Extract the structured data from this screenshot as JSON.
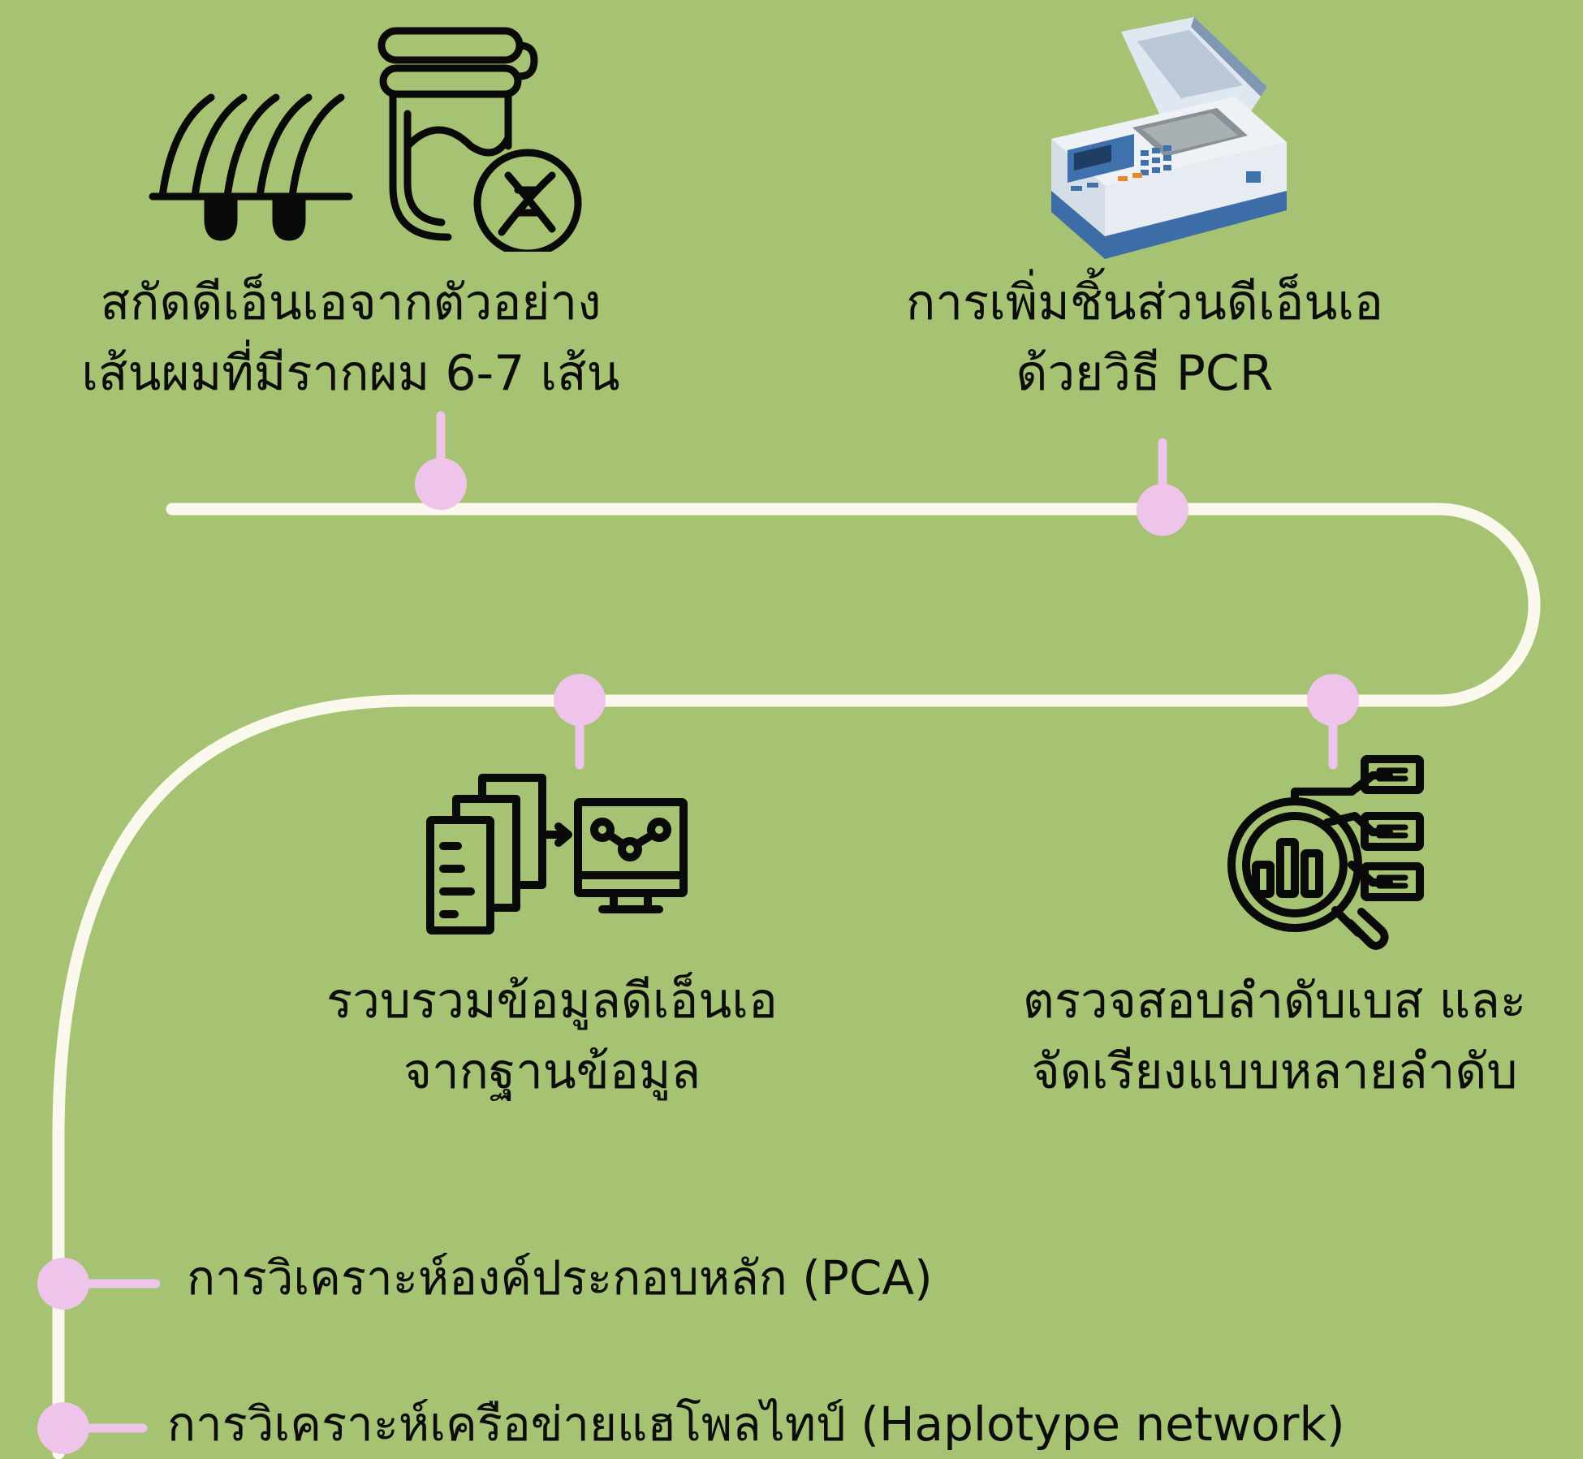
{
  "background_color": "#a6c273",
  "path_color": "#fbf8ed",
  "marker_color": "#efc4ea",
  "steps": [
    {
      "icon": "hair-root-dna-tube-icon",
      "lines": [
        "สกัดดีเอ็นเอจากตัวอย่าง",
        "เส้นผมที่มีรากผม 6-7 เส้น"
      ]
    },
    {
      "icon": "pcr-thermocycler-icon",
      "lines": [
        "การเพิ่มชิ้นส่วนดีเอ็นเอ",
        "ด้วยวิธี PCR"
      ]
    },
    {
      "icon": "sequence-analysis-magnifier-icon",
      "lines": [
        "ตรวจสอบลำดับเบส และ",
        "จัดเรียงแบบหลายลำดับ"
      ]
    },
    {
      "icon": "database-to-computer-icon",
      "lines": [
        "รวบรวมข้อมูลดีเอ็นเอ",
        "จากฐานข้อมูล"
      ]
    },
    {
      "icon": "",
      "lines": [
        "การวิเคราะห์องค์ประกอบหลัก (PCA)"
      ]
    },
    {
      "icon": "",
      "lines": [
        "การวิเคราะห์เครือข่ายแฮโพลไทป์ (Haplotype network)"
      ]
    }
  ]
}
